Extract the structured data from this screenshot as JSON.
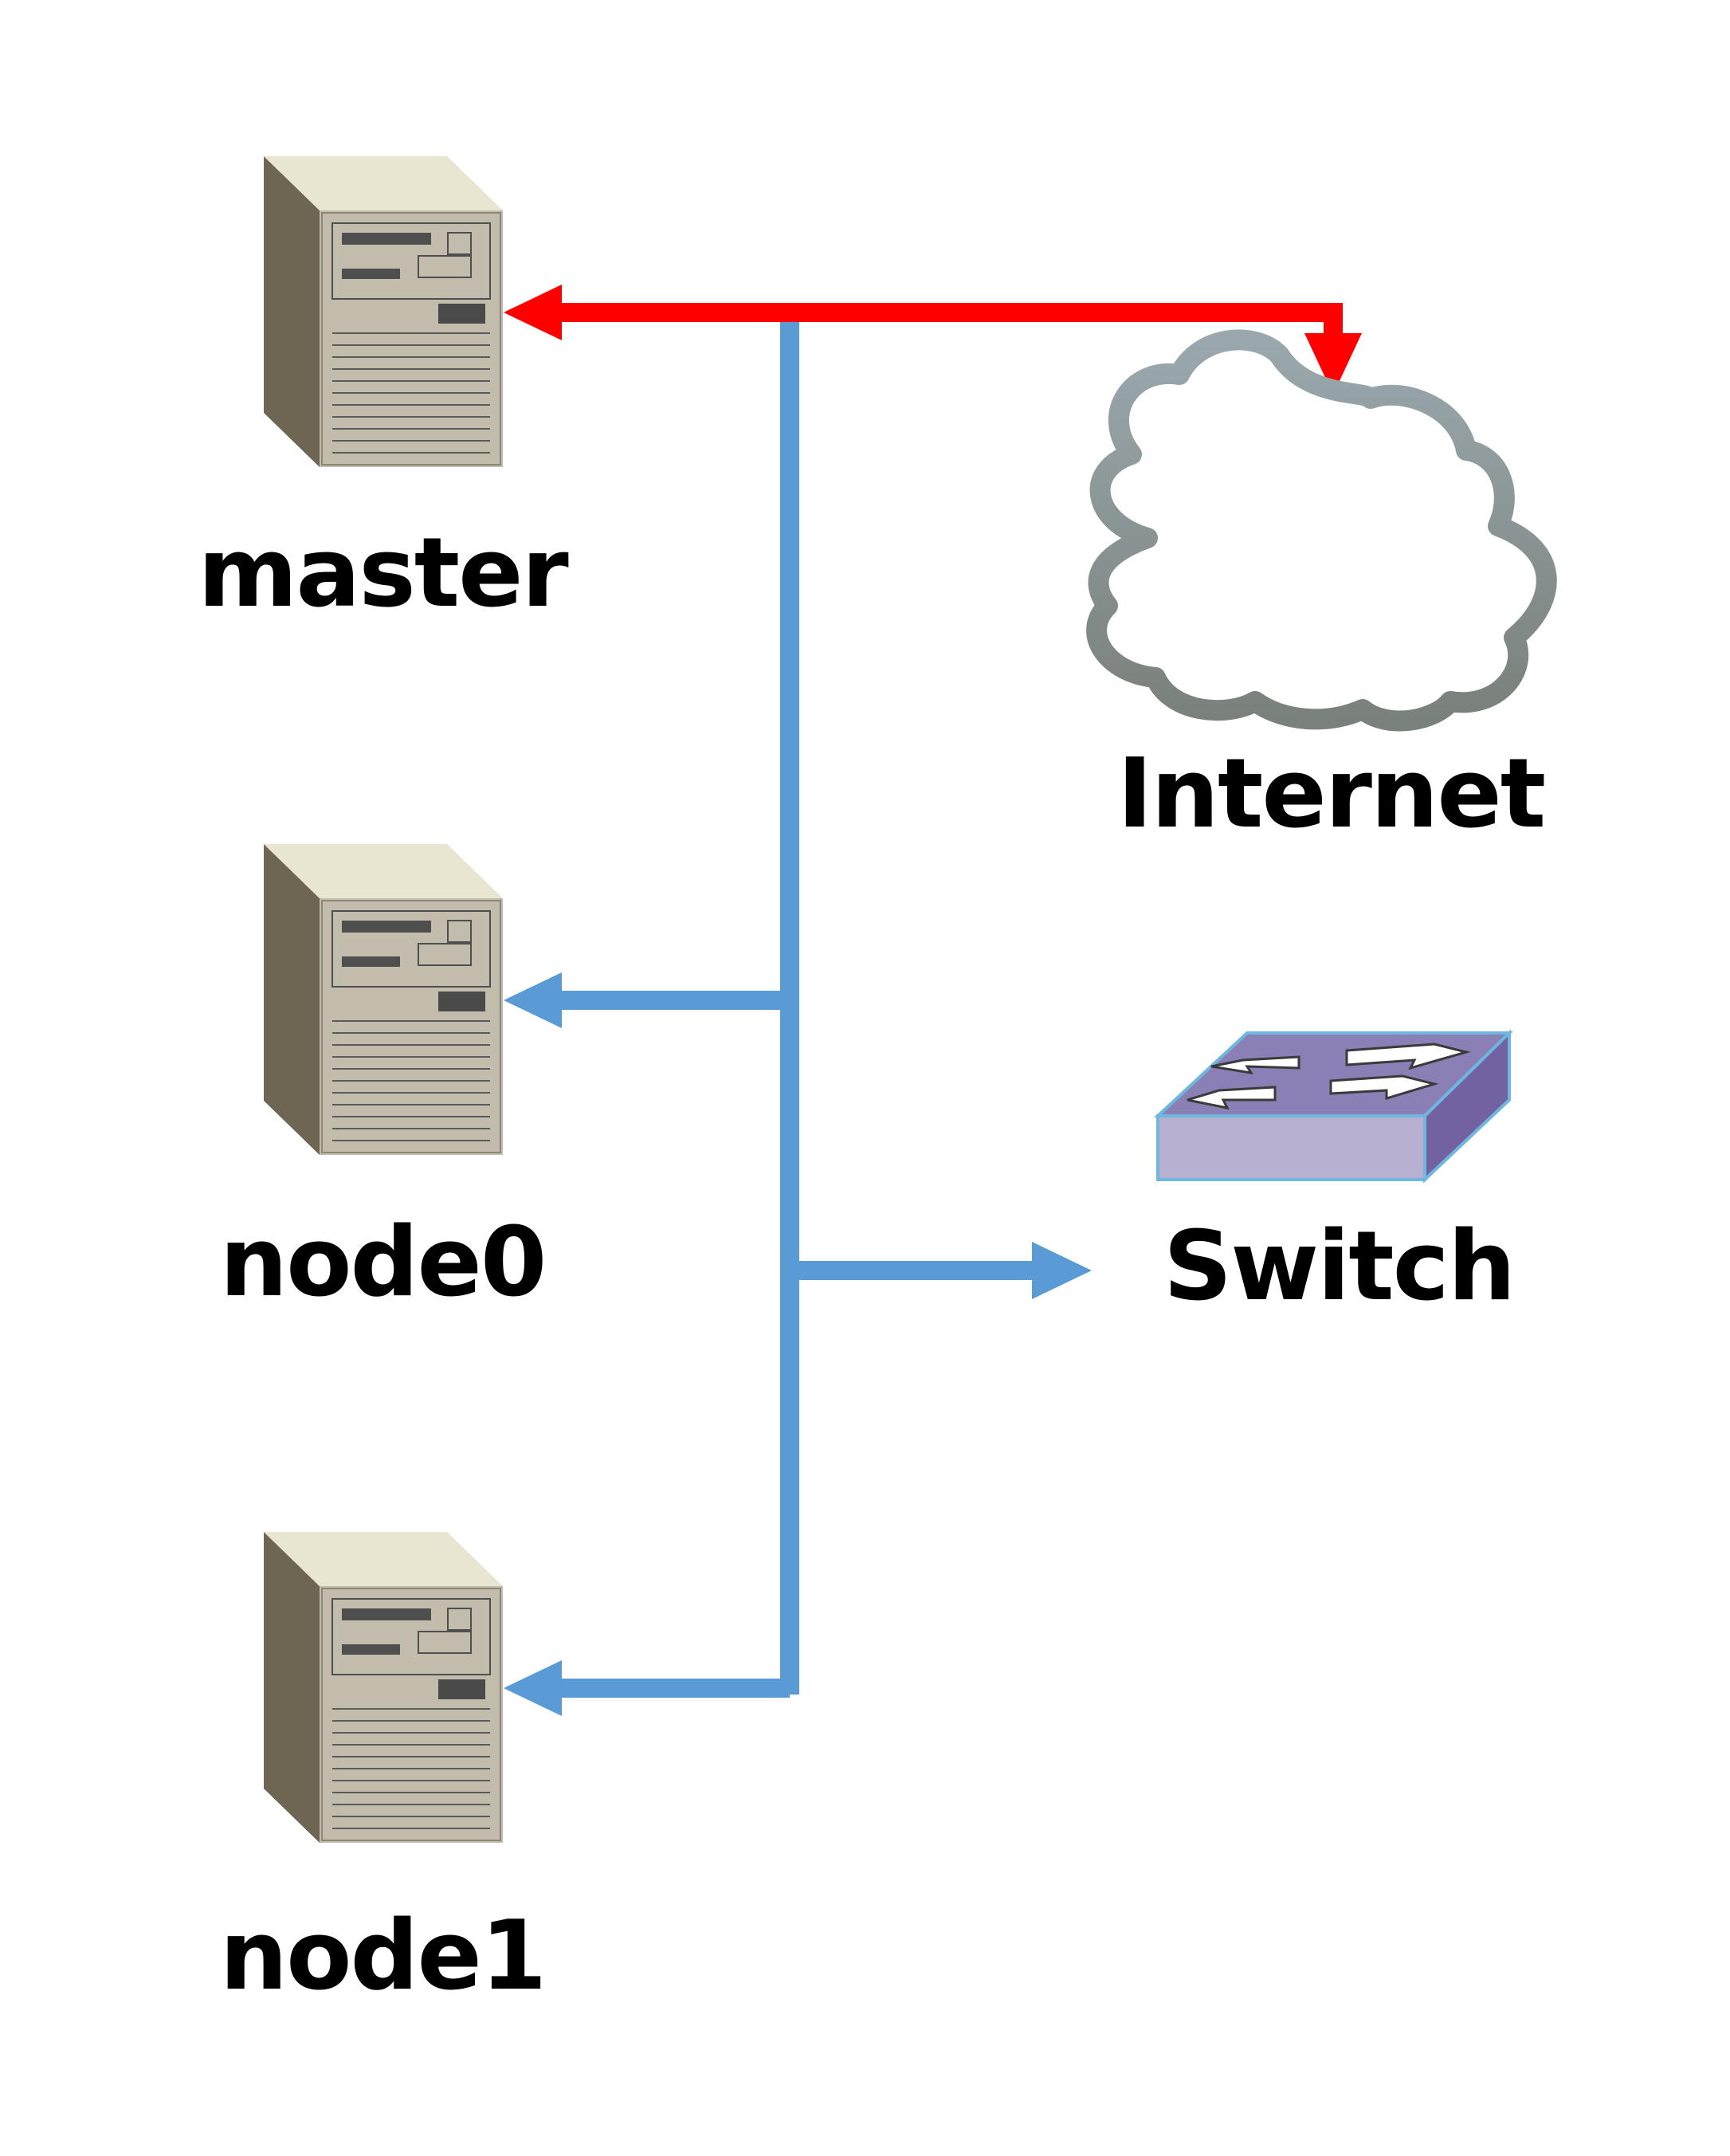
{
  "nodes": {
    "master": {
      "label": "master",
      "icon": "server-icon"
    },
    "node0": {
      "label": "node0",
      "icon": "server-icon"
    },
    "node1": {
      "label": "node1",
      "icon": "server-icon"
    },
    "internet": {
      "label": "Internet",
      "icon": "cloud-icon"
    },
    "switch": {
      "label": "Switch",
      "icon": "switch-icon"
    }
  },
  "links": [
    {
      "from": "master",
      "to": "internet",
      "color": "#ff0000",
      "direction": "both"
    },
    {
      "from": "switch-bus",
      "to": "node0",
      "color": "#5b9bd5",
      "direction": "to"
    },
    {
      "from": "switch-bus",
      "to": "node1",
      "color": "#5b9bd5",
      "direction": "to"
    },
    {
      "from": "switch-bus",
      "to": "switch",
      "color": "#5b9bd5",
      "direction": "to"
    }
  ],
  "colors": {
    "internet_link": "#ff0000",
    "lan_link": "#5b9bd5",
    "server_front": "#c1bcab",
    "server_side": "#6e6553",
    "server_top": "#e8e5d0",
    "switch_top": "#8a80b6",
    "switch_front": "#b8b0d0",
    "switch_side": "#7262a2",
    "cloud_stroke": "#8a9699"
  }
}
